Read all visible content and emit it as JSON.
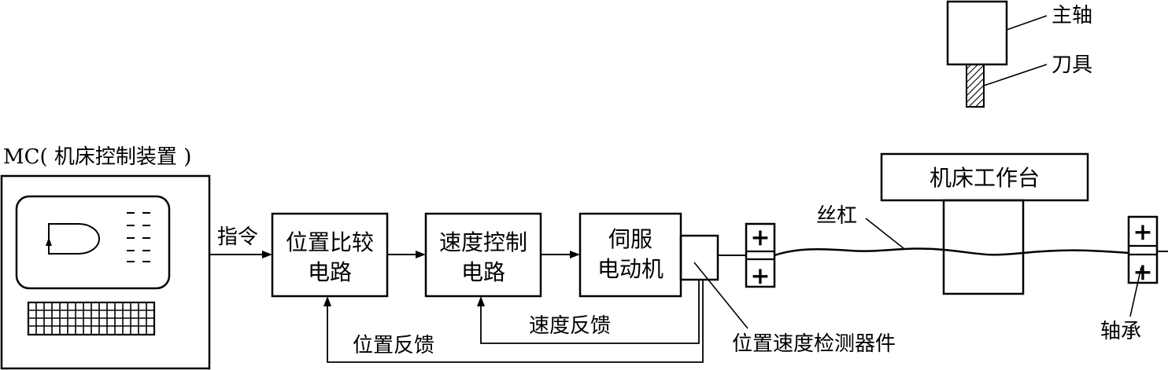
{
  "labels": {
    "mc_title": "MC( 机床控制装置 )",
    "command": "指令",
    "position_compare_line1": "位置比较",
    "position_compare_line2": "电路",
    "speed_control_line1": "速度控制",
    "speed_control_line2": "电路",
    "servo_motor_line1": "伺服",
    "servo_motor_line2": "电动机",
    "worktable": "机床工作台",
    "lead_screw": "丝杠",
    "spindle": "主轴",
    "tool": "刀具",
    "speed_feedback": "速度反馈",
    "position_feedback": "位置反馈",
    "detector": "位置速度检测器件",
    "bearing": "轴承",
    "bearing_symbol": "+"
  }
}
